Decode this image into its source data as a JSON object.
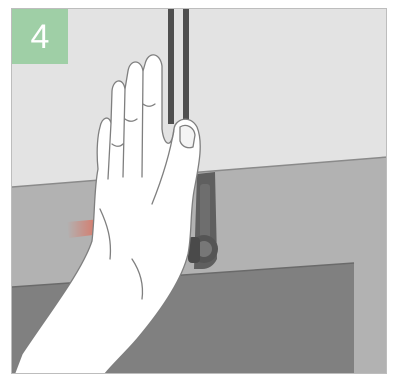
{
  "step": {
    "number": "4",
    "badge_color": "#9fcfa6"
  },
  "colors": {
    "wall": "#e3e3e3",
    "counter": "#b2b2b2",
    "panel": "#808080",
    "bracket": "#5f5f5f",
    "arrow": "#e8604a",
    "hand_fill": "#ffffff",
    "hand_stroke": "#7f7f7f"
  },
  "icons": {
    "step_badge": "number-badge",
    "push_arrow": "arrow-right-icon",
    "hand": "palm-hand-illustration"
  }
}
